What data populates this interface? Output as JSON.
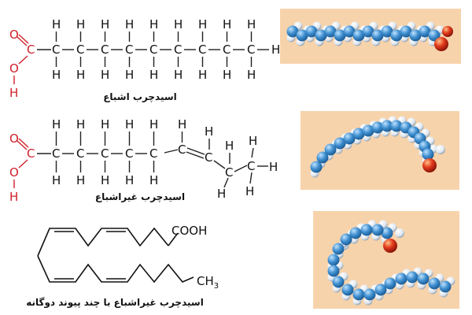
{
  "captions": {
    "saturated": "اسیدچرب اشباع",
    "unsaturated": "اسیدچرب غیراشباع",
    "polyunsaturated": "اسیدچرب غیراشباع با چند پیوند دوگانه"
  },
  "atoms": {
    "carbon": "C",
    "hydrogen": "H",
    "oxygen": "O",
    "carboxyl": "COOH",
    "methyl_ch": "CH",
    "methyl_sub": "3"
  },
  "colors": {
    "oxygen_red": "#d0202a",
    "panel_bg": "#f7d3ab",
    "carbon_blue": "#3f8fd0",
    "hydrogen_white": "#e8eef4",
    "oxygen_ball": "#e23a1c"
  }
}
